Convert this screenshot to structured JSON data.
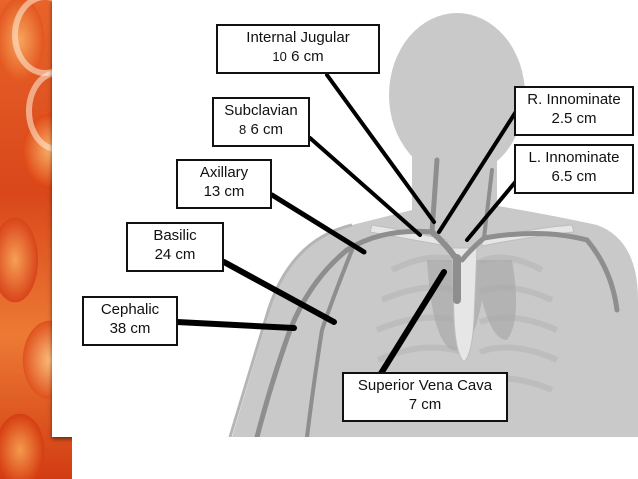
{
  "labels": {
    "internal_jugular": {
      "name": "Internal Jugular",
      "pre": "10",
      "length": "6 cm"
    },
    "subclavian": {
      "name": "Subclavian",
      "pre": "8",
      "length": "6 cm"
    },
    "axillary": {
      "name": "Axillary",
      "length": "13 cm"
    },
    "basilic": {
      "name": "Basilic",
      "length": "24 cm"
    },
    "cephalic": {
      "name": "Cephalic",
      "length": "38 cm"
    },
    "r_innominate": {
      "name": "R. Innominate",
      "length": "2.5 cm"
    },
    "l_innominate": {
      "name": "L. Innominate",
      "length": "6.5 cm"
    },
    "svc": {
      "name": "Superior Vena Cava",
      "length": "7 cm"
    }
  },
  "colors": {
    "silhouette": "#c9c9c9",
    "vessel": "#8e8e8e",
    "bone": "#e6e6e6",
    "leader": "#000000",
    "border_orange": "#e3561f"
  }
}
